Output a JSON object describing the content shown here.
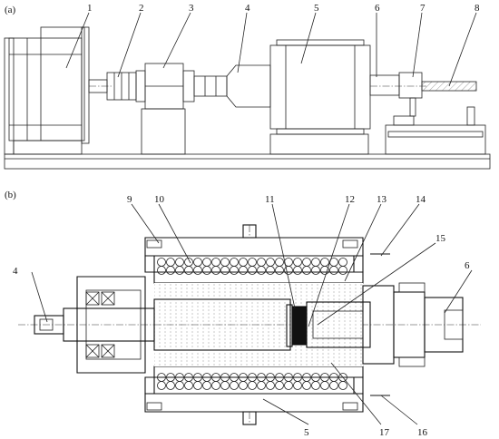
{
  "panel_a": {
    "label": "(a)",
    "callouts": [
      "1",
      "2",
      "3",
      "4",
      "5",
      "6",
      "7",
      "8"
    ]
  },
  "panel_b": {
    "label": "(b)",
    "callouts": [
      "4",
      "5",
      "6",
      "9",
      "10",
      "11",
      "12",
      "13",
      "14",
      "15",
      "16",
      "17"
    ]
  },
  "colors": {
    "line": "#222222",
    "background": "#ffffff",
    "cylinder": "#111111"
  }
}
